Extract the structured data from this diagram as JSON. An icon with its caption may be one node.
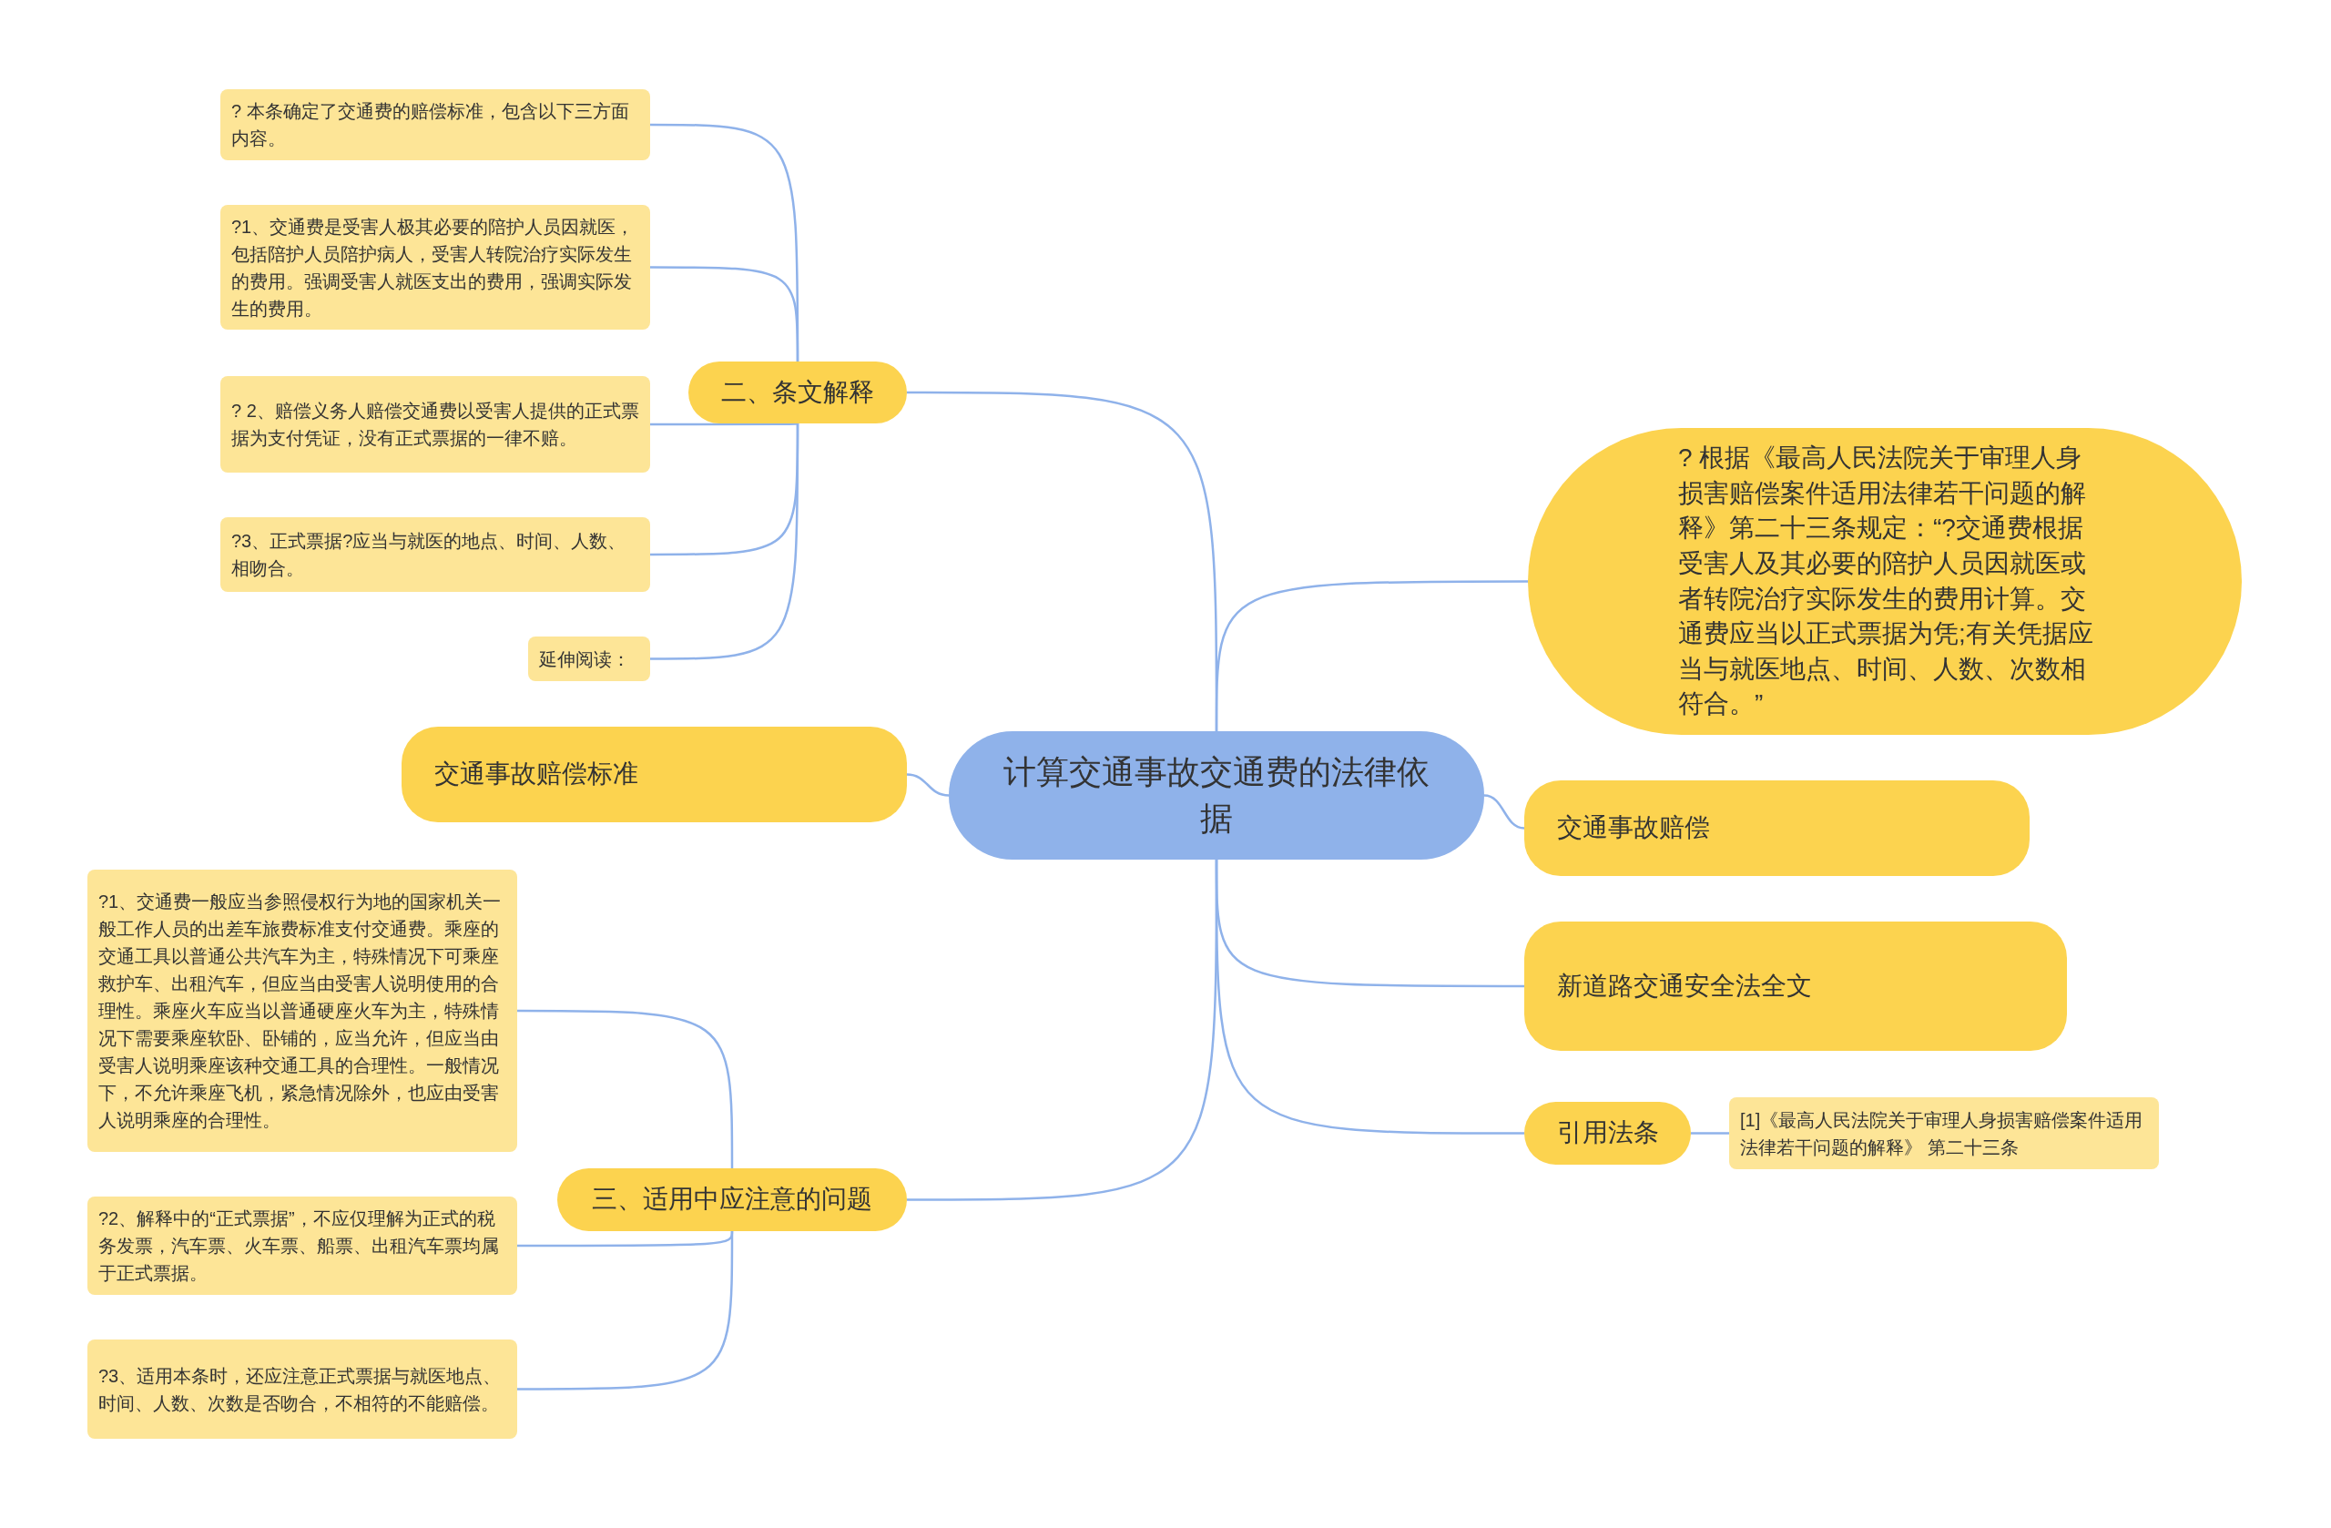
{
  "diagram": {
    "nodes": [
      {
        "text": [
          "计算交通事故交通费的法律依据"
        ]
      },
      {
        "text": [
          "二、条文解释"
        ]
      },
      {
        "text": [
          "? 本条确定了交通费的赔偿标准，包含以下三方面内容。"
        ]
      },
      {
        "text": [
          "?1、交通费是受害人极其必要的陪护人员因就医，包括陪护人员陪护病人，受害人转院治疗实际发生的费用。强调受害人就医支出的费用，强调实际发生的费用。"
        ]
      },
      {
        "text": [
          "? 2、赔偿义务人赔偿交通费以受害人提供的正式票据为支付凭证，没有正式票据的一律不赔。"
        ]
      },
      {
        "text": [
          "?3、正式票据?应当与就医的地点、时间、人数、相吻合。"
        ]
      },
      {
        "text": [
          "延伸阅读："
        ]
      },
      {
        "text": [
          "交通事故赔偿标准"
        ]
      },
      {
        "text": [
          "三、适用中应注意的问题"
        ]
      },
      {
        "text": [
          "?1、交通费一般应当参照侵权行为地的国家机关一般工作人员的出差车旅费标准支付交通费。乘座的交通工具以普通公共汽车为主，特殊情况下可乘座救护车、出租汽车，但应当由受害人说明使用的合理性。乘座火车应当以普通硬座火车为主，特殊情况下需要乘座软卧、卧铺的，应当允许，但应当由受害人说明乘座该种交通工具的合理性。一般情况下，不允许乘座飞机，紧急情况除外，也应由受害人说明乘座的合理性。"
        ]
      },
      {
        "text": [
          "?2、解释中的“正式票据”，不应仅理解为正式的税务发票，汽车票、火车票、船票、出租汽车票均属于正式票据。"
        ]
      },
      {
        "text": [
          "?3、适用本条时，还应注意正式票据与就医地点、时间、人数、次数是否吻合，不相符的不能赔偿。"
        ]
      },
      {
        "text": [
          "? 根据《最高人民法院关于审理人身损害赔偿案件适用法律若干问题的解释》第二十三条规定：“?交通费根据受害人及其必要的陪护人员因就医或者转院治疗实际发生的费用计算。交通费应当以正式票据为凭;有关凭据应当与就医地点、时间、人数、次数相符合。”"
        ]
      },
      {
        "text": [
          "交通事故赔偿"
        ]
      },
      {
        "text": [
          "新道路交通安全法全文"
        ]
      },
      {
        "text": [
          "引用法条"
        ]
      },
      {
        "text": [
          "[1]《最高人民法院关于审理人身损害赔偿案件适用法律若干问题的解释》 第二十三条"
        ]
      }
    ],
    "edges": [
      {
        "from": 0,
        "to": 1,
        "arrow": "none"
      },
      {
        "from": 1,
        "to": 2,
        "arrow": "none"
      },
      {
        "from": 1,
        "to": 3,
        "arrow": "none"
      },
      {
        "from": 1,
        "to": 4,
        "arrow": "none"
      },
      {
        "from": 1,
        "to": 5,
        "arrow": "none"
      },
      {
        "from": 1,
        "to": 6,
        "arrow": "none"
      },
      {
        "from": 0,
        "to": 7,
        "arrow": "none"
      },
      {
        "from": 0,
        "to": 8,
        "arrow": "none"
      },
      {
        "from": 8,
        "to": 9,
        "arrow": "none"
      },
      {
        "from": 8,
        "to": 10,
        "arrow": "none"
      },
      {
        "from": 8,
        "to": 11,
        "arrow": "none"
      },
      {
        "from": 0,
        "to": 12,
        "arrow": "none"
      },
      {
        "from": 0,
        "to": 13,
        "arrow": "none"
      },
      {
        "from": 0,
        "to": 14,
        "arrow": "none"
      },
      {
        "from": 0,
        "to": 15,
        "arrow": "none"
      },
      {
        "from": 15,
        "to": 16,
        "arrow": "none"
      }
    ]
  }
}
